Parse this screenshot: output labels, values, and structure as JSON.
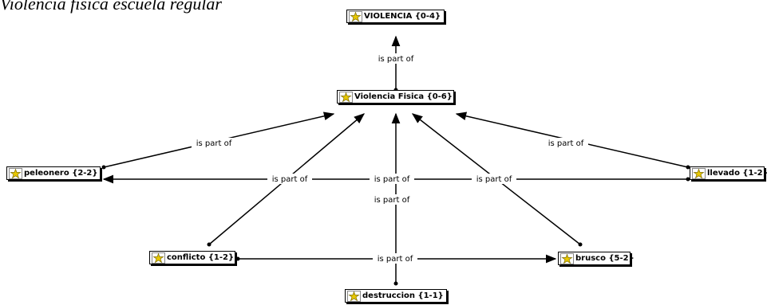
{
  "title": "Violencia física escuela regular",
  "edge_label": "is part of",
  "nodes": {
    "violencia": "VIOLENCIA {0-4}",
    "violencia_fisica": "Violencia Fisica {0-6}",
    "peleonero": "peleonero {2-2}",
    "llevado": "llevado {1-2}",
    "conflicto": "conflicto {1-2}",
    "brusco": "brusco {5-2}",
    "destruccion": "destruccion {1-1}"
  },
  "relations": [
    {
      "from": "violencia_fisica",
      "to": "violencia",
      "label": "is part of"
    },
    {
      "from": "peleonero",
      "to": "violencia_fisica",
      "label": "is part of"
    },
    {
      "from": "llevado",
      "to": "violencia_fisica",
      "label": "is part of"
    },
    {
      "from": "conflicto",
      "to": "violencia_fisica",
      "label": "is part of"
    },
    {
      "from": "brusco",
      "to": "violencia_fisica",
      "label": "is part of"
    },
    {
      "from": "destruccion",
      "to": "violencia_fisica",
      "label": "is part of"
    },
    {
      "from": "llevado",
      "to": "peleonero",
      "label": "is part of"
    },
    {
      "from": "conflicto",
      "to": "brusco",
      "label": "is part of"
    }
  ],
  "colors": {
    "node_icon": "#e8c800",
    "line": "#000000"
  },
  "icon": "code-star-icon"
}
